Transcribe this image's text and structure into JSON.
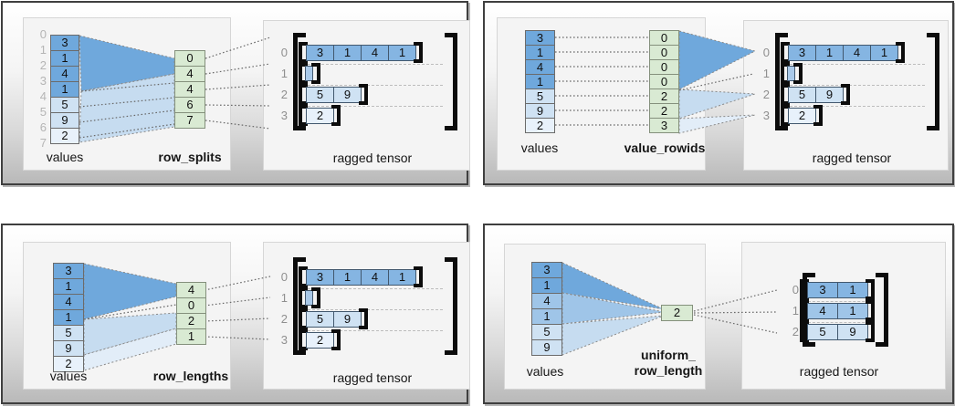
{
  "palette": {
    "blue_dark": "#6fa8dc",
    "blue_med": "#9fc5e8",
    "blue_light": "#cfe2f3",
    "blue_lighter": "#e8f1fb",
    "tensor_dark": "#85b5e2",
    "green": "#d9ead3",
    "bracket": "#0c0c0c",
    "index_gray": "#b5b5b5",
    "row_index_gray": "#8f8f8f"
  },
  "panels": [
    {
      "name": "row_splits",
      "values_label": "values",
      "param_label": "row_splits",
      "tensor_label": "ragged tensor",
      "value_indices": [
        "0",
        "1",
        "2",
        "3",
        "4",
        "5",
        "6",
        "7"
      ],
      "values": [
        {
          "v": "3",
          "shade": "dark"
        },
        {
          "v": "1",
          "shade": "dark"
        },
        {
          "v": "4",
          "shade": "dark"
        },
        {
          "v": "1",
          "shade": "dark"
        },
        {
          "v": "5",
          "shade": "light"
        },
        {
          "v": "9",
          "shade": "light"
        },
        {
          "v": "2",
          "shade": "lighter"
        }
      ],
      "param_cells": [
        "0",
        "4",
        "4",
        "6",
        "7"
      ],
      "tensor_rows": [
        {
          "index": "0",
          "shade": "dark",
          "cells": [
            "3",
            "1",
            "4",
            "1"
          ]
        },
        {
          "index": "1",
          "shade": "dark",
          "cells": []
        },
        {
          "index": "2",
          "shade": "light",
          "cells": [
            "5",
            "9"
          ]
        },
        {
          "index": "3",
          "shade": "lighter",
          "cells": [
            "2"
          ]
        }
      ]
    },
    {
      "name": "value_rowids",
      "values_label": "values",
      "param_label": "value_rowids",
      "tensor_label": "ragged tensor",
      "values": [
        {
          "v": "3",
          "shade": "dark"
        },
        {
          "v": "1",
          "shade": "dark"
        },
        {
          "v": "4",
          "shade": "dark"
        },
        {
          "v": "1",
          "shade": "dark"
        },
        {
          "v": "5",
          "shade": "light"
        },
        {
          "v": "9",
          "shade": "light"
        },
        {
          "v": "2",
          "shade": "lighter"
        }
      ],
      "param_cells": [
        "0",
        "0",
        "0",
        "0",
        "2",
        "2",
        "3"
      ],
      "tensor_rows": [
        {
          "index": "0",
          "shade": "dark",
          "cells": [
            "3",
            "1",
            "4",
            "1"
          ]
        },
        {
          "index": "1",
          "shade": "dark",
          "cells": []
        },
        {
          "index": "2",
          "shade": "light",
          "cells": [
            "5",
            "9"
          ]
        },
        {
          "index": "3",
          "shade": "lighter",
          "cells": [
            "2"
          ]
        }
      ]
    },
    {
      "name": "row_lengths",
      "values_label": "values",
      "param_label": "row_lengths",
      "tensor_label": "ragged tensor",
      "values": [
        {
          "v": "3",
          "shade": "dark"
        },
        {
          "v": "1",
          "shade": "dark"
        },
        {
          "v": "4",
          "shade": "dark"
        },
        {
          "v": "1",
          "shade": "dark"
        },
        {
          "v": "5",
          "shade": "light"
        },
        {
          "v": "9",
          "shade": "light"
        },
        {
          "v": "2",
          "shade": "lighter"
        }
      ],
      "param_cells": [
        "4",
        "0",
        "2",
        "1"
      ],
      "tensor_rows": [
        {
          "index": "0",
          "shade": "dark",
          "cells": [
            "3",
            "1",
            "4",
            "1"
          ]
        },
        {
          "index": "1",
          "shade": "dark",
          "cells": []
        },
        {
          "index": "2",
          "shade": "light",
          "cells": [
            "5",
            "9"
          ]
        },
        {
          "index": "3",
          "shade": "lighter",
          "cells": [
            "2"
          ]
        }
      ]
    },
    {
      "name": "uniform_row_length",
      "values_label": "values",
      "param_label": "uniform_\nrow_length",
      "tensor_label": "ragged tensor",
      "values": [
        {
          "v": "3",
          "shade": "dark"
        },
        {
          "v": "1",
          "shade": "dark"
        },
        {
          "v": "4",
          "shade": "med"
        },
        {
          "v": "1",
          "shade": "med"
        },
        {
          "v": "5",
          "shade": "light"
        },
        {
          "v": "9",
          "shade": "light"
        }
      ],
      "param_cells": [
        "2"
      ],
      "tensor_rows": [
        {
          "index": "0",
          "shade": "dark",
          "cells": [
            "3",
            "1"
          ]
        },
        {
          "index": "1",
          "shade": "med",
          "cells": [
            "4",
            "1"
          ]
        },
        {
          "index": "2",
          "shade": "light",
          "cells": [
            "5",
            "9"
          ]
        }
      ]
    }
  ]
}
